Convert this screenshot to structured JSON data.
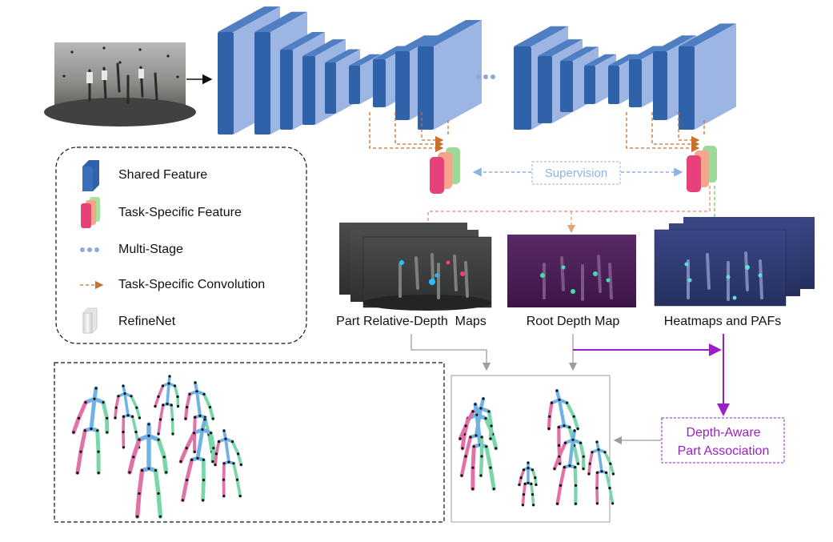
{
  "legend": {
    "shared_feature": "Shared Feature",
    "task_specific_feature": "Task-Specific Feature",
    "multi_stage": "Multi-Stage",
    "task_specific_convolution": "Task-Specific Convolution",
    "refinenet": "RefineNet"
  },
  "labels": {
    "supervision": "Supervision",
    "part_relative_depth_maps": "Part Relative-Depth  Maps",
    "root_depth_map": "Root Depth Map",
    "heatmaps_and_pafs": "Heatmaps and PAFs",
    "depth_aware_line1": "Depth-Aware",
    "depth_aware_line2": "Part Association"
  },
  "colors": {
    "shared_block_front": "#9db5e3",
    "shared_block_side": "#2f62a8",
    "task_pink": "#e8407a",
    "task_orange": "#f7a58a",
    "task_green": "#9ed99a",
    "conv_arrow": "#c8702e",
    "supervision": "#8fb2e0",
    "association": "#9a1fc4",
    "gray_arrow": "#9e9e9e",
    "skeleton_blue": "#6fb2e6",
    "skeleton_pink": "#e072a8",
    "skeleton_green": "#7ad6a8"
  }
}
